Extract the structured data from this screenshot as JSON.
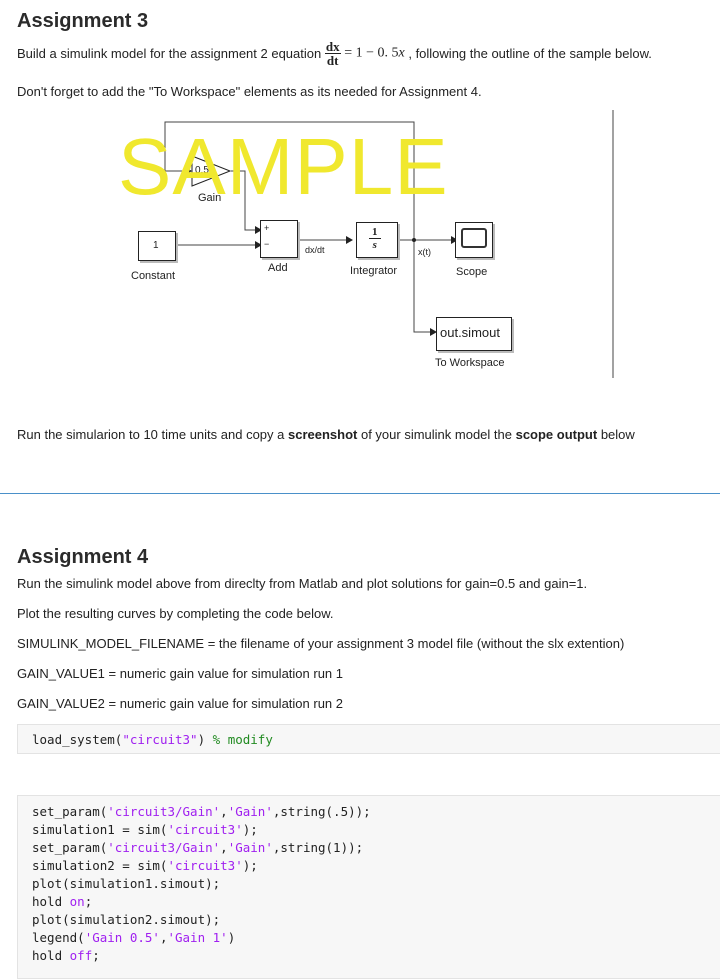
{
  "assignment3": {
    "title": "Assignment 3",
    "intro_before": "Build a simulink model for the assignment 2 equation ",
    "eq_num": "dx",
    "eq_den": "dt",
    "eq_rhs_pre": "= 1 − 0. 5",
    "eq_var": "x",
    "intro_after": " , following the outline of the sample below.",
    "reminder": "Don't forget to add the \"To Workspace\" elements as its needed for Assignment 4.",
    "run_text_1": "Run the simularion to 10 time units and copy a ",
    "run_bold_1": "screenshot",
    "run_text_2": " of your simulink model the ",
    "run_bold_2": "scope output",
    "run_text_3": " below"
  },
  "diagram": {
    "watermark": "SAMPLE",
    "gain_value": "0.5",
    "gain_label": "Gain",
    "constant_value": "1",
    "constant_label": "Constant",
    "add_label": "Add",
    "add_plus": "+",
    "add_minus": "−",
    "signal_dxdt": "dx/dt",
    "integrator_num": "1",
    "integrator_den": "s",
    "integrator_label": "Integrator",
    "signal_xt": "x(t)",
    "scope_label": "Scope",
    "workspace_value": "out.simout",
    "workspace_label": "To Workspace"
  },
  "assignment4": {
    "title": "Assignment 4",
    "line1": "Run the simulink model above from direclty from Matlab and plot solutions for gain=0.5 and gain=1.",
    "line2": "Plot the resulting curves by completing the code below.",
    "line3": "SIMULINK_MODEL_FILENAME = the filename of your assignment 3 model file (without the slx extention)",
    "line4": "GAIN_VALUE1 = numeric gain value for simulation run 1",
    "line5": "GAIN_VALUE2 = numeric gain value for simulation run 2"
  },
  "code1": {
    "l1_a": "load_system(",
    "l1_str": "\"circuit3\"",
    "l1_b": ") ",
    "l1_cmt": "% modify"
  },
  "code2": {
    "l1_a": "set_param(",
    "l1_s1": "'circuit3/Gain'",
    "l1_c": ",",
    "l1_s2": "'Gain'",
    "l1_b": ",string(.5));",
    "l2_a": "simulation1 = sim(",
    "l2_s": "'circuit3'",
    "l2_b": ");",
    "l3_a": "set_param(",
    "l3_s1": "'circuit3/Gain'",
    "l3_c": ",",
    "l3_s2": "'Gain'",
    "l3_b": ",string(1));",
    "l4_a": "simulation2 = sim(",
    "l4_s": "'circuit3'",
    "l4_b": ");",
    "l5": "plot(simulation1.simout);",
    "l6_a": "hold ",
    "l6_kw": "on",
    "l6_b": ";",
    "l7": "plot(simulation2.simout);",
    "l8_a": "legend(",
    "l8_s1": "'Gain 0.5'",
    "l8_c": ",",
    "l8_s2": "'Gain 1'",
    "l8_b": ")",
    "l9_a": "hold ",
    "l9_kw": "off",
    "l9_b": ";"
  },
  "colors": {
    "divider": "#4a90c9",
    "watermark": "#f0e82e",
    "code_string": "#a020f0",
    "code_comment": "#228b22"
  }
}
